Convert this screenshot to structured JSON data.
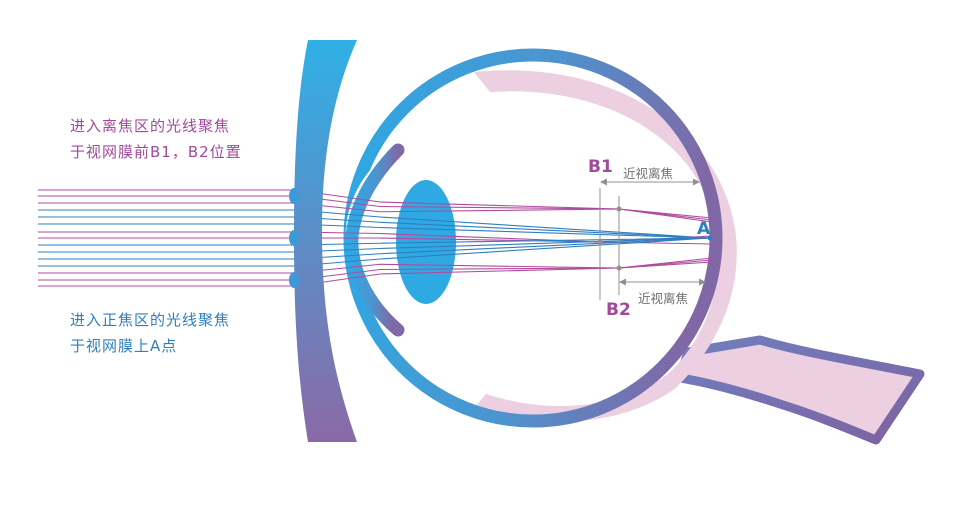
{
  "captions": {
    "defocus_line1": "进入离焦区的光线聚焦",
    "defocus_line2": "于视网膜前B1，B2位置",
    "focus_line1": "进入正焦区的光线聚焦",
    "focus_line2": "于视网膜上A点"
  },
  "markers": {
    "b1": "B1",
    "b2": "B2",
    "a": "A"
  },
  "dimensions": {
    "top": "近视离焦",
    "bottom": "近视离焦"
  },
  "colors": {
    "blue": "#2ea9e3",
    "purple": "#8a6aa6",
    "pink_fill": "#ecd0e2",
    "defocus_ray": "#b04aa0",
    "focus_ray": "#2f7fc0",
    "lens": "#2ea9e3"
  }
}
